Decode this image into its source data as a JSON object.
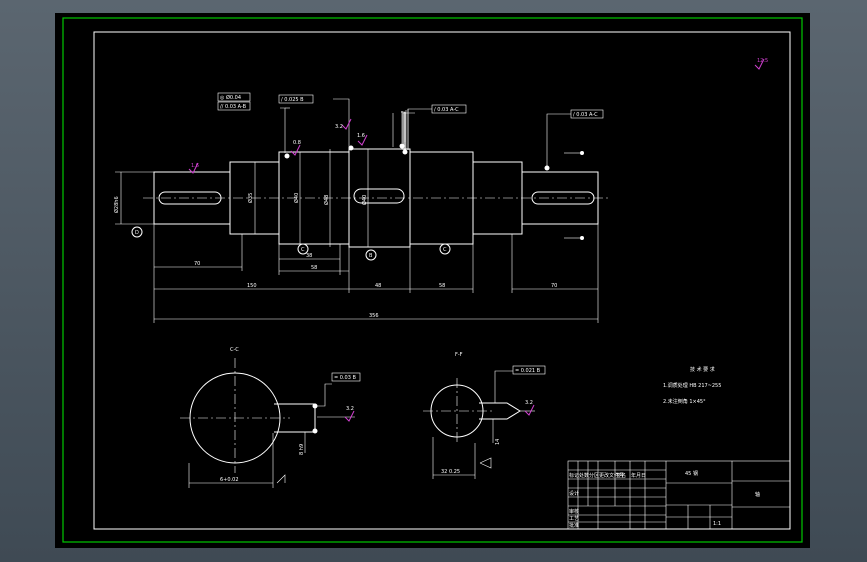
{
  "colors": {
    "background": "#4a5560",
    "sheet": "#000000",
    "outer_frame": "#00c800",
    "lines": "#ffffff",
    "roughness_marks": "#d040d0"
  },
  "main_view": {
    "dia_left_end": "Ø28h6",
    "dia_labels": [
      "Ø35",
      "Ø40",
      "Ø48",
      "Ø40"
    ],
    "tolerance_frames": [
      "◎ Ø0.04",
      "// 0.03 A-B",
      "/ 0.025 B",
      "/ 0.03 A-C",
      "/ 0.03 A-C"
    ],
    "roughness": [
      "1.6",
      "0.8",
      "3.2",
      "1.6"
    ],
    "datum_labels": [
      "D",
      "C",
      "B",
      "C"
    ],
    "dims": {
      "left_shaft": "70",
      "d1": "38",
      "d2": "58",
      "d3": "150",
      "d4": "48",
      "d5": "58",
      "right_shaft": "70",
      "overall": "356"
    },
    "top_right_roughness": "12.5"
  },
  "section_cc": {
    "title": "C-C",
    "frame": "= 0.03 B",
    "roughness": "3.2",
    "dim_width": "8 h9",
    "dim_bottom": "6+0.02"
  },
  "section_ff": {
    "title": "F-F",
    "frame": "= 0.021 B",
    "roughness": "3.2",
    "dim_depth": "14",
    "dim_bottom": "32 0.25"
  },
  "notes": {
    "title": "技 术 要 求",
    "line1": "1.调质处理 HB 217~255",
    "line2": "2.未注倒角 1×45°"
  },
  "title_block": {
    "material": "45 钢",
    "name": "轴",
    "scale": "1:1",
    "small_cells": [
      "标记",
      "处数",
      "分区",
      "更改文件号",
      "签名",
      "年月日",
      "设计",
      "审核",
      "工艺",
      "批准"
    ]
  }
}
